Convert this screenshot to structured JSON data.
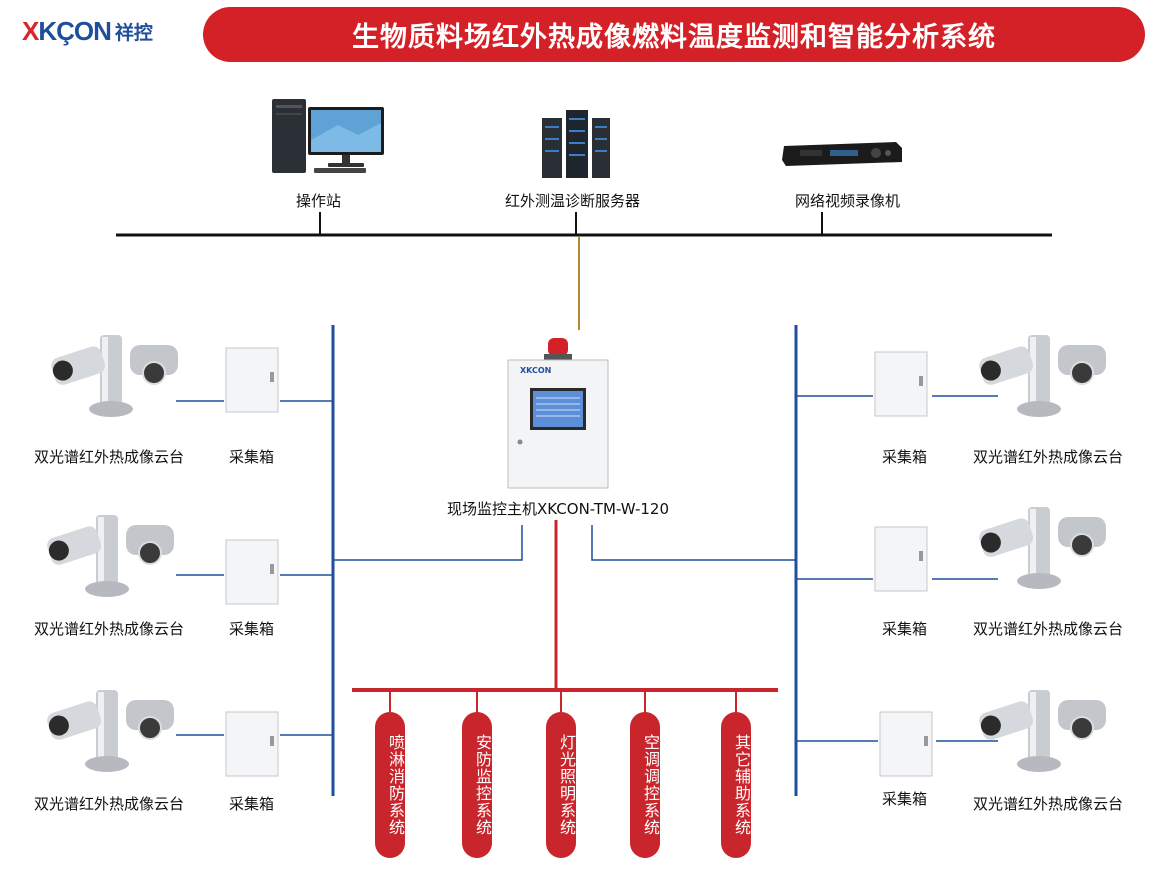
{
  "brand": {
    "mark_x": "X",
    "mark_rest": "KÇON",
    "cn": "祥控"
  },
  "title": "生物质料场红外热成像燃料温度监测和智能分析系统",
  "top_nodes": {
    "workstation": "操作站",
    "server": "红外测温诊断服务器",
    "nvr": "网络视频录像机"
  },
  "host": {
    "label": "现场监控主机",
    "model": "XKCON-TM-W-120",
    "panel_brand": "XKCON"
  },
  "camera_label": "双光谱红外热成像云台",
  "box_label": "采集箱",
  "subsystems": [
    {
      "label": "喷淋消防系统"
    },
    {
      "label": "安防监控系统"
    },
    {
      "label": "灯光照明系统"
    },
    {
      "label": "空调调控系统"
    },
    {
      "label": "其它辅助系统"
    }
  ],
  "colors": {
    "title_red": "#d42128",
    "ethernet_line": "#111111",
    "fiber_line": "#b5892e",
    "field_bus": "#1f4e9c",
    "control_bus": "#c8262c"
  }
}
